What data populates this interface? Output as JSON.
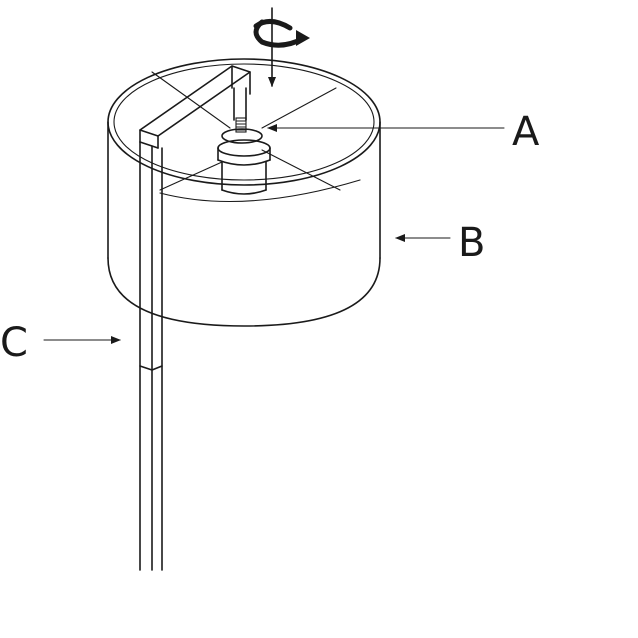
{
  "diagram": {
    "labels": {
      "a": "A",
      "b": "B",
      "c": "C"
    },
    "icons": {
      "rotate": "rotate-clockwise-icon"
    },
    "colors": {
      "ink": "#1a1a1a",
      "background": "#ffffff"
    }
  }
}
